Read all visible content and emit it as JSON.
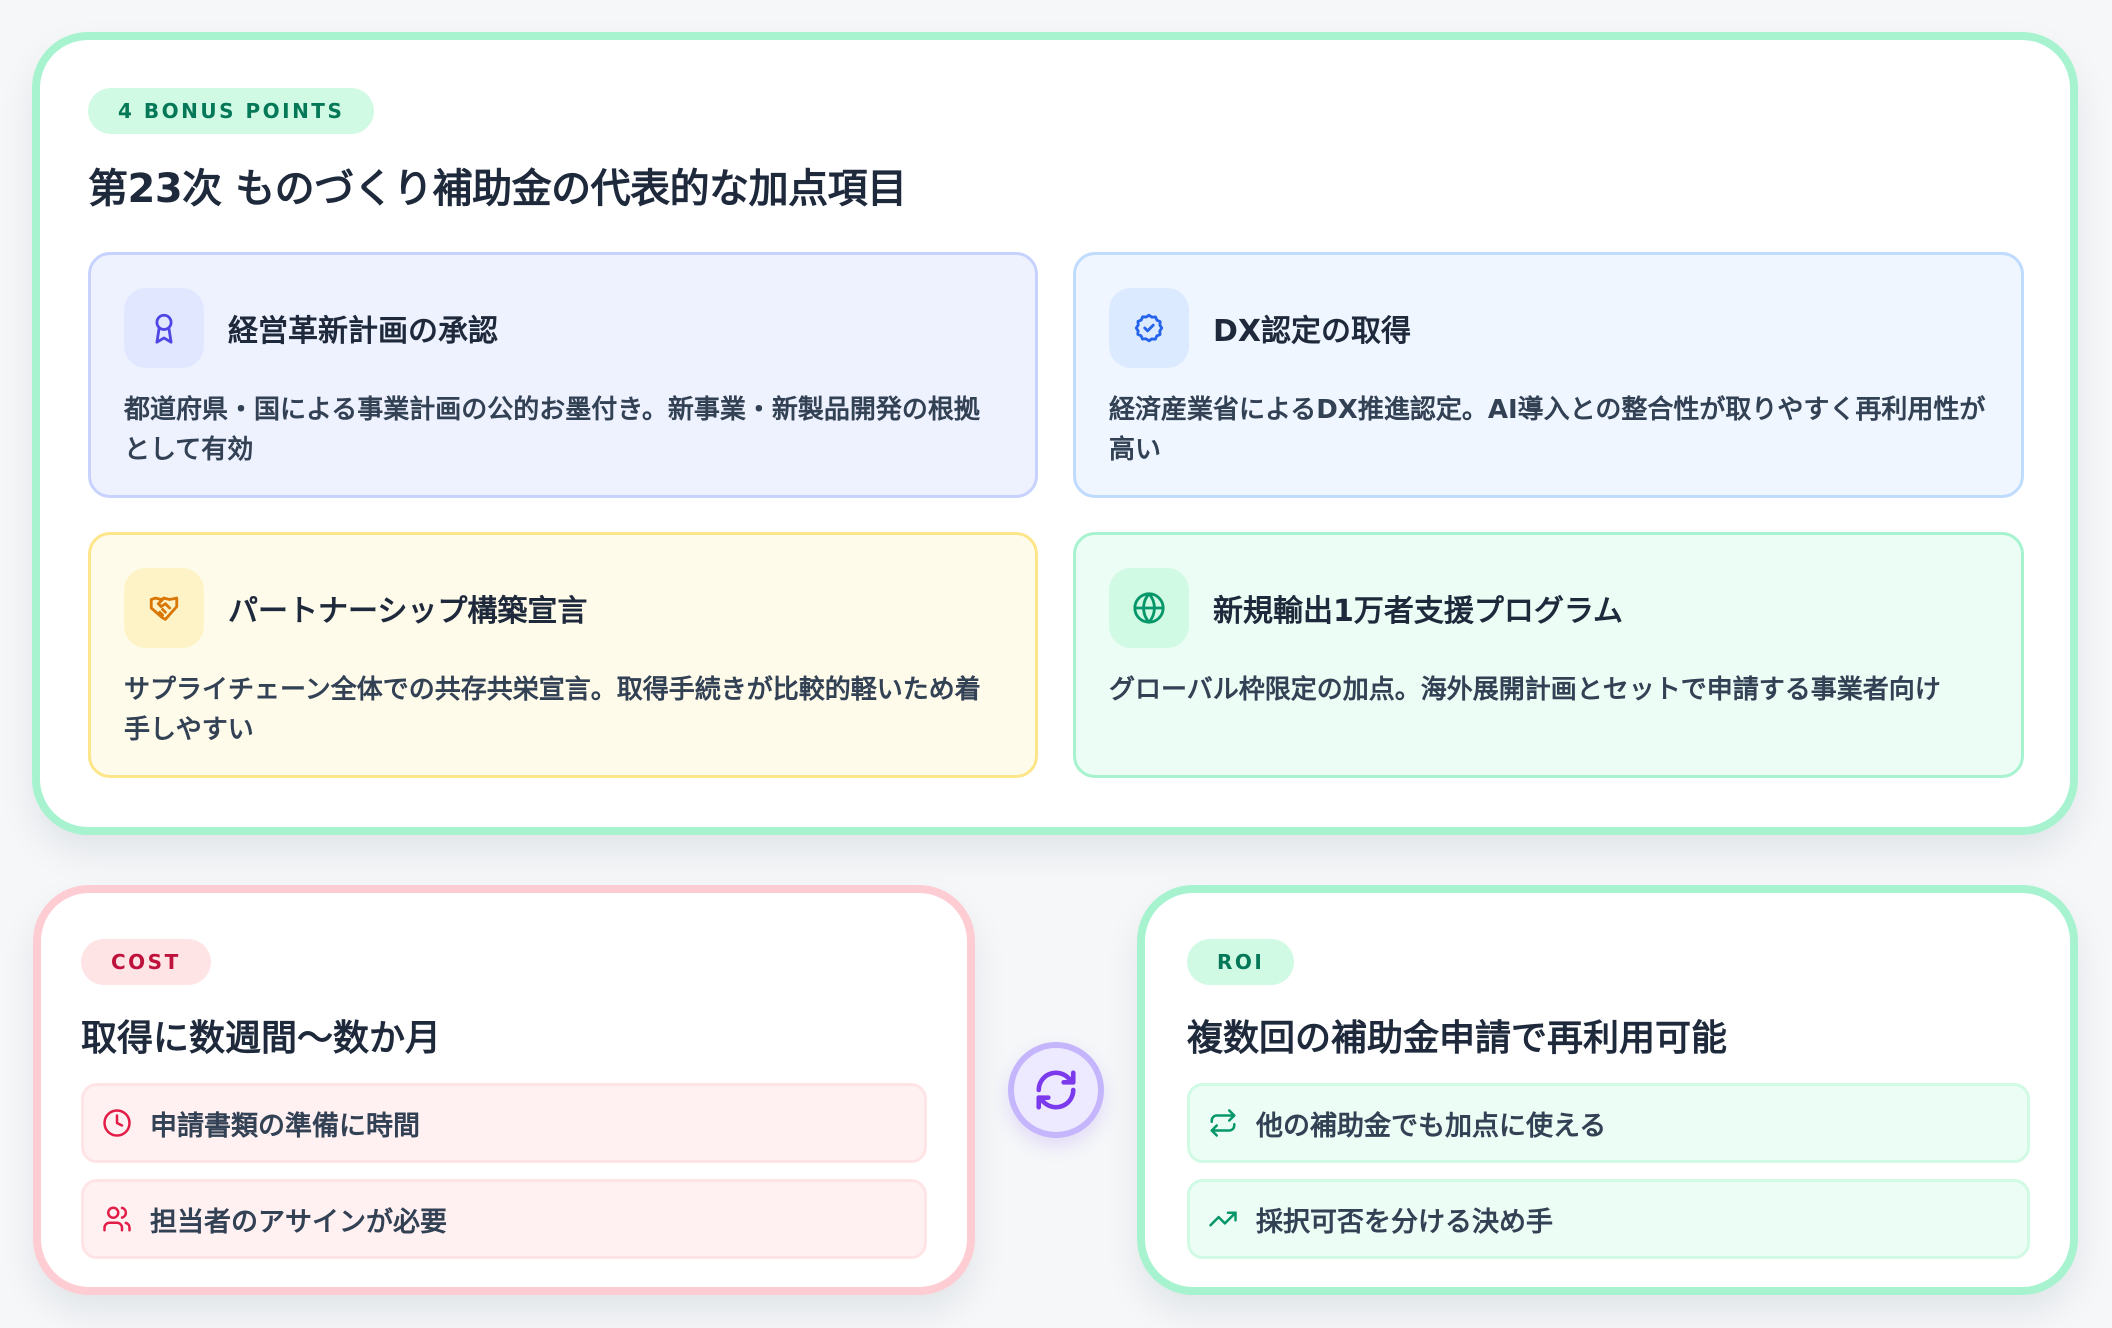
{
  "main": {
    "badge": "4 BONUS POINTS",
    "title": "第23次 ものづくり補助金の代表的な加点項目",
    "features": [
      {
        "icon": "award-icon",
        "title": "経営革新計画の承認",
        "description": "都道府県・国による事業計画の公的お墨付き。新事業・新製品開発の根拠として有効",
        "accent": "#4f46e5"
      },
      {
        "icon": "badge-check-icon",
        "title": "DX認定の取得",
        "description": "経済産業省によるDX推進認定。AI導入との整合性が取りやすく再利用性が高い",
        "accent": "#2563eb"
      },
      {
        "icon": "handshake-icon",
        "title": "パートナーシップ構築宣言",
        "description": "サプライチェーン全体での共存共栄宣言。取得手続きが比較的軽いため着手しやすい",
        "accent": "#d97706"
      },
      {
        "icon": "globe-icon",
        "title": "新規輸出1万者支援プログラム",
        "description": "グローバル枠限定の加点。海外展開計画とセットで申請する事業者向け",
        "accent": "#059669"
      }
    ]
  },
  "cost": {
    "badge": "COST",
    "title": "取得に数週間〜数か月",
    "items": [
      {
        "icon": "clock-icon",
        "label": "申請書類の準備に時間"
      },
      {
        "icon": "users-icon",
        "label": "担当者のアサインが必要"
      }
    ],
    "accent": "#e11d48"
  },
  "connector": {
    "icon": "refresh-icon",
    "accent": "#7c3aed"
  },
  "roi": {
    "badge": "ROI",
    "title": "複数回の補助金申請で再利用可能",
    "items": [
      {
        "icon": "repeat-icon",
        "label": "他の補助金でも加点に使える"
      },
      {
        "icon": "trending-up-icon",
        "label": "採択可否を分ける決め手"
      }
    ],
    "accent": "#059669"
  }
}
